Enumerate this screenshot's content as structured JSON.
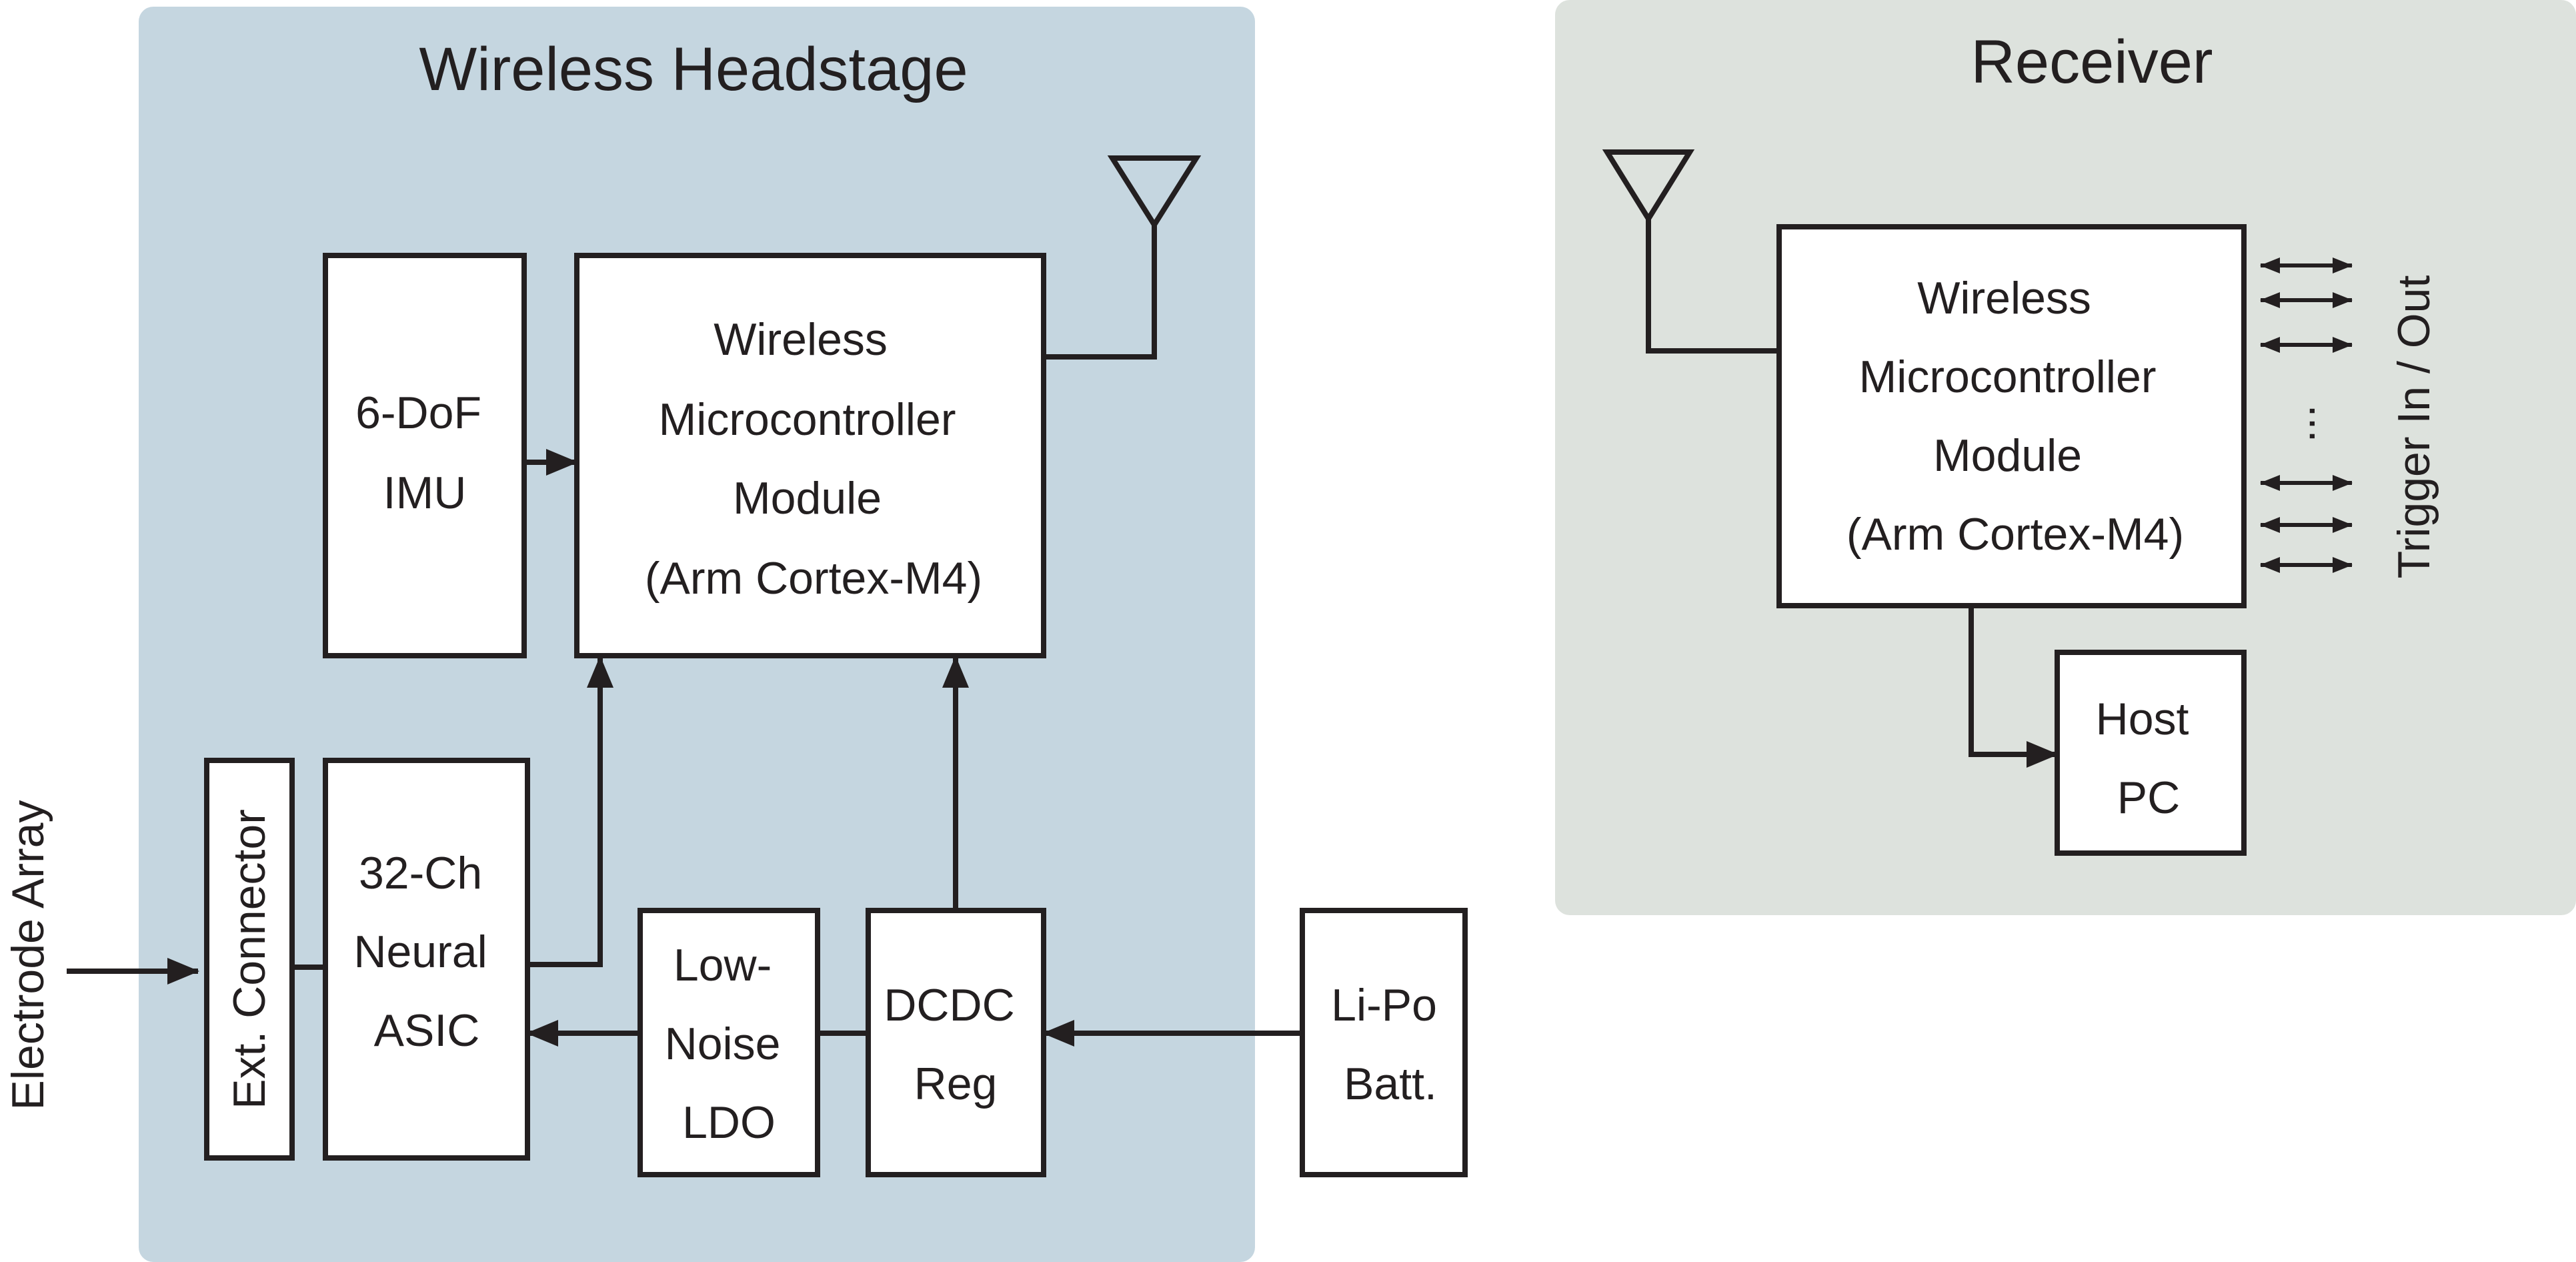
{
  "panels": {
    "headstage": {
      "title": "Wireless Headstage",
      "color": "#c5d6e0"
    },
    "receiver": {
      "title": "Receiver",
      "color": "#dde2dd"
    }
  },
  "blocks": {
    "imu": {
      "lines": [
        "6-DoF",
        "IMU"
      ]
    },
    "hs_mcu": {
      "lines": [
        "Wireless",
        "Microcontroller",
        "Module",
        "(Arm Cortex-M4)"
      ]
    },
    "ext_connector": {
      "label": "Ext. Connector"
    },
    "asic": {
      "lines": [
        "32-Ch",
        "Neural",
        "ASIC"
      ]
    },
    "ldo": {
      "lines": [
        "Low-",
        "Noise",
        "LDO"
      ]
    },
    "dcdc": {
      "lines": [
        "DCDC",
        "Reg"
      ]
    },
    "battery": {
      "lines": [
        "Li-Po",
        "Batt."
      ]
    },
    "rx_mcu": {
      "lines": [
        "Wireless",
        "Microcontroller",
        "Module",
        "(Arm Cortex-M4)"
      ]
    },
    "host_pc": {
      "lines": [
        "Host",
        "PC"
      ]
    }
  },
  "labels": {
    "electrode_array": "Electrode Array",
    "trigger_io": "Trigger In / Out",
    "ellipsis": "..."
  },
  "colors": {
    "ink": "#231f20"
  }
}
